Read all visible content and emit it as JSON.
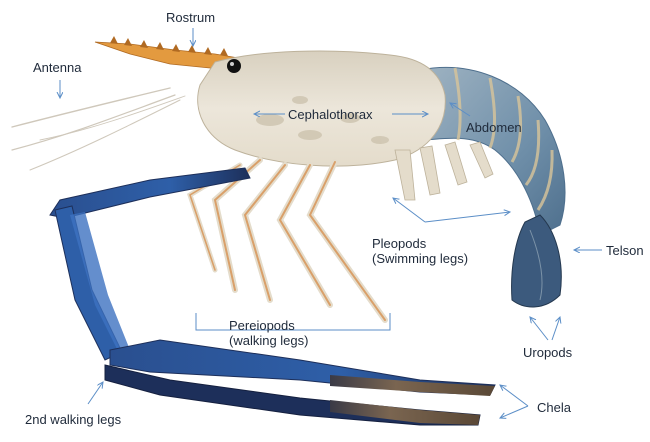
{
  "title": "",
  "labels": {
    "rostrum": "Rostrum",
    "antenna": "Antenna",
    "cephalothorax": "Cephalothorax",
    "abdomen": "Abdomen",
    "telson": "Telson",
    "pleopods_line1": "Pleopods",
    "pleopods_line2": "(Swimming legs)",
    "pereiopods_line1": "Pereiopods",
    "pereiopods_line2": "(walking legs)",
    "uropods": "Uropods",
    "second_walking_legs": "2nd walking legs",
    "chela": "Chela"
  },
  "colors": {
    "body_translucent": "#e9e2d4",
    "shell_shade": "#c9bfa9",
    "abdomen_blue": "#6f8fa9",
    "abdomen_band": "#d9c59a",
    "claw_blue": "#2e5fa8",
    "claw_dark": "#1d2f5a",
    "claw_tip_brown": "#6f5a44",
    "rostrum_orange": "#e39a3f",
    "leg_orange": "#d9a06a",
    "pointer_line": "#5b8ec7",
    "label_text": "#1f2a3a"
  }
}
